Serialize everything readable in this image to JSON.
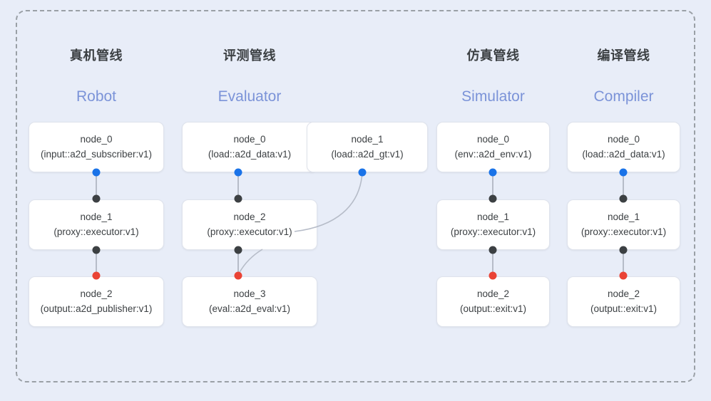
{
  "diagram": {
    "background_color": "#e8edf8",
    "frame_border_color": "#9aa0a6",
    "accent_blue": "#1a73e8",
    "accent_red": "#ea4335",
    "accent_dark": "#3c4043",
    "subtitle_color": "#7b93d8",
    "edge_color": "#b6bcc8"
  },
  "columns": [
    {
      "id": "robot",
      "title": "真机管线",
      "subtitle": "Robot",
      "nodes": [
        {
          "name": "node_0",
          "type": "(input::a2d_subscriber:v1)"
        },
        {
          "name": "node_1",
          "type": "(proxy::executor:v1)"
        },
        {
          "name": "node_2",
          "type": "(output::a2d_publisher:v1)"
        }
      ]
    },
    {
      "id": "evaluator",
      "title": "评测管线",
      "subtitle": "Evaluator",
      "nodes": [
        {
          "name": "node_0",
          "type": "(load::a2d_data:v1)"
        },
        {
          "name": "node_2",
          "type": "(proxy::executor:v1)"
        },
        {
          "name": "node_3",
          "type": "(eval::a2d_eval:v1)"
        }
      ],
      "side_node": {
        "name": "node_1",
        "type": "(load::a2d_gt:v1)"
      }
    },
    {
      "id": "simulator",
      "title": "仿真管线",
      "subtitle": "Simulator",
      "nodes": [
        {
          "name": "node_0",
          "type": "(env::a2d_env:v1)"
        },
        {
          "name": "node_1",
          "type": "(proxy::executor:v1)"
        },
        {
          "name": "node_2",
          "type": "(output::exit:v1)"
        }
      ]
    },
    {
      "id": "compiler",
      "title": "编译管线",
      "subtitle": "Compiler",
      "nodes": [
        {
          "name": "node_0",
          "type": "(load::a2d_data:v1)"
        },
        {
          "name": "node_1",
          "type": "(proxy::executor:v1)"
        },
        {
          "name": "node_2",
          "type": "(output::exit:v1)"
        }
      ]
    }
  ]
}
